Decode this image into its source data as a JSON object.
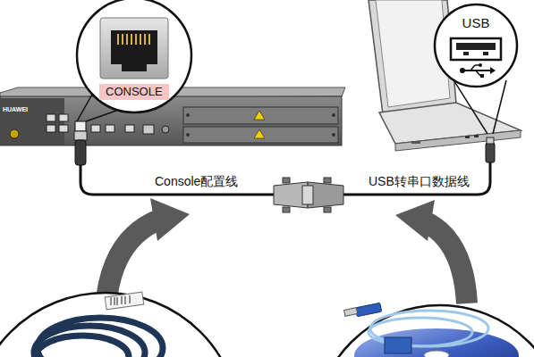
{
  "diagram": {
    "nodes": [
      {
        "text": [
          "CONSOLE"
        ]
      },
      {
        "text": [
          "USB"
        ]
      }
    ],
    "labels": [
      "HUAWEI",
      "Console配置线",
      "USB转串口数据线"
    ]
  }
}
